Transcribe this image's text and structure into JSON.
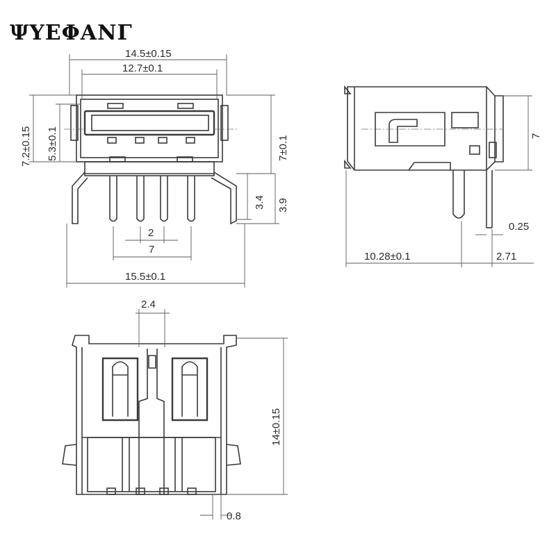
{
  "brand": {
    "text": "ΨΥΕΦΑΝΓ"
  },
  "front_view": {
    "dims": {
      "overall_width_top": "14.5±0.15",
      "inner_width": "12.7±0.1",
      "overall_height": "7.2±0.15",
      "inner_height": "5.3±0.1",
      "body_height": "7±0.1",
      "pin_length_short": "3.4",
      "pin_length_long": "3.9",
      "pin_pitch": "2",
      "pin_span": "7",
      "leg_span": "15.5±0.1"
    }
  },
  "side_view": {
    "dims": {
      "height": "7",
      "pin_thickness": "0.25",
      "depth": "10.28±0.1",
      "pin_offset": "2.71"
    }
  },
  "top_view": {
    "dims": {
      "center_gap": "2.4",
      "length": "14±0.15",
      "pin_width": "0.8"
    }
  }
}
